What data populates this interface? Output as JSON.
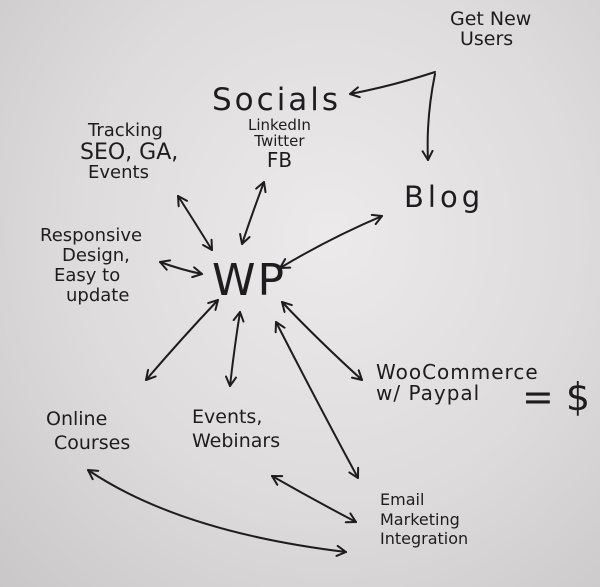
{
  "diagram": {
    "center": {
      "label": "WP"
    },
    "nodes": {
      "get_new_users": {
        "lines": [
          "Get New",
          "Users"
        ]
      },
      "socials": {
        "lines": [
          "Socials"
        ]
      },
      "social_networks": {
        "lines": [
          "LinkedIn",
          "Twitter",
          "FB"
        ]
      },
      "tracking": {
        "lines": [
          "Tracking",
          "SEO, GA,",
          "Events"
        ]
      },
      "blog": {
        "lines": [
          "Blog"
        ]
      },
      "responsive_design": {
        "lines": [
          "Responsive",
          "Design,",
          "Easy to",
          "update"
        ]
      },
      "woocommerce": {
        "lines": [
          "WooCommerce",
          "w/ Paypal"
        ]
      },
      "money": {
        "lines": [
          "= $"
        ]
      },
      "online_courses": {
        "lines": [
          "Online",
          "Courses"
        ]
      },
      "events_webinars": {
        "lines": [
          "Events,",
          "Webinars"
        ]
      },
      "email_marketing": {
        "lines": [
          "Email",
          "Marketing",
          "Integration"
        ]
      }
    },
    "edges": [
      {
        "from": "get_new_users",
        "to": "socials",
        "type": "arrow"
      },
      {
        "from": "get_new_users",
        "to": "blog",
        "type": "arrow"
      },
      {
        "from": "tracking",
        "to": "center",
        "type": "bidirectional"
      },
      {
        "from": "social_networks",
        "to": "center",
        "type": "bidirectional"
      },
      {
        "from": "blog",
        "to": "center",
        "type": "bidirectional"
      },
      {
        "from": "responsive_design",
        "to": "center",
        "type": "bidirectional"
      },
      {
        "from": "center",
        "to": "online_courses",
        "type": "bidirectional"
      },
      {
        "from": "center",
        "to": "events_webinars",
        "type": "bidirectional"
      },
      {
        "from": "center",
        "to": "woocommerce",
        "type": "bidirectional"
      },
      {
        "from": "center",
        "to": "email_marketing",
        "type": "bidirectional"
      },
      {
        "from": "events_webinars",
        "to": "email_marketing",
        "type": "bidirectional"
      },
      {
        "from": "online_courses",
        "to": "email_marketing",
        "type": "bidirectional"
      }
    ]
  }
}
